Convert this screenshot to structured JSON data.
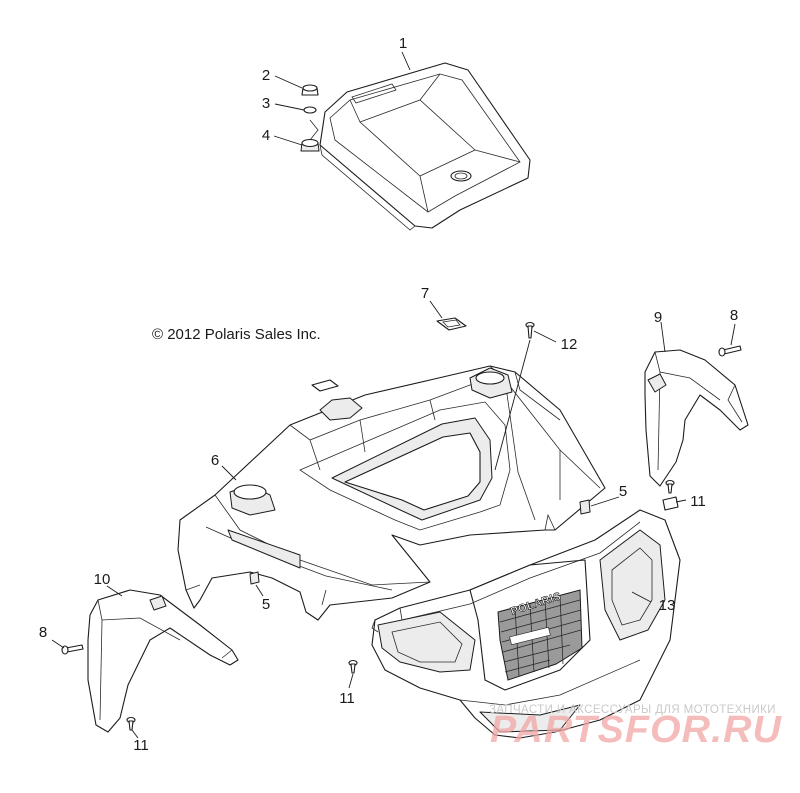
{
  "copyright": "© 2012 Polaris Sales Inc.",
  "callouts": {
    "c1": "1",
    "c2": "2",
    "c3": "3",
    "c4": "4",
    "c5a": "5",
    "c5b": "5",
    "c6": "6",
    "c7": "7",
    "c8a": "8",
    "c8b": "8",
    "c9": "9",
    "c10": "10",
    "c11a": "11",
    "c11b": "11",
    "c11c": "11",
    "c12": "12",
    "c13": "13"
  },
  "grille_logo": "POLARIS",
  "watermark": {
    "tagline": "ЗАПЧАСТИ И АКСЕССУАРЫ ДЛЯ МОТОТЕХНИКИ",
    "brand": "PARTSFOR.RU"
  },
  "colors": {
    "line": "#1c1c1c",
    "watermark_brand": "#f2a6a6",
    "watermark_tagline": "#c9c9c9"
  }
}
